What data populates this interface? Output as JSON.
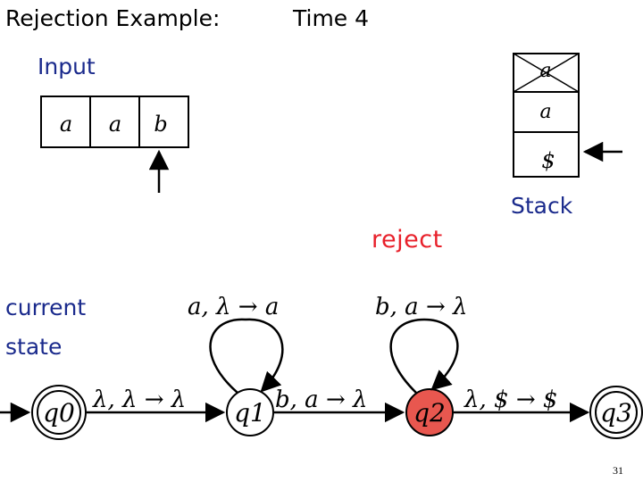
{
  "title": "Rejection Example:",
  "time_label": "Time 4",
  "input": {
    "label": "Input",
    "cells": [
      "a",
      "a",
      "b"
    ]
  },
  "stack": {
    "label": "Stack",
    "cells": [
      "a",
      "a",
      "$"
    ],
    "popped_cell_index": 0
  },
  "status": "reject",
  "current_state_label": [
    "current",
    "state"
  ],
  "states": [
    "q0",
    "q1",
    "q2",
    "q3"
  ],
  "initial_state": "q0",
  "accepting_states": [
    "q0",
    "q3"
  ],
  "current_state": "q2",
  "colors": {
    "current_state_fill": "#e8574f",
    "reject": "#e8202a",
    "labels": "#1a2a8c"
  },
  "transitions": {
    "q0_q1": "λ, λ → λ",
    "q1_loop": "a, λ → a",
    "q1_q2": "b, a → λ",
    "q2_loop": "b, a → λ",
    "q2_q3": "λ, $ → $"
  },
  "page_number": "31"
}
